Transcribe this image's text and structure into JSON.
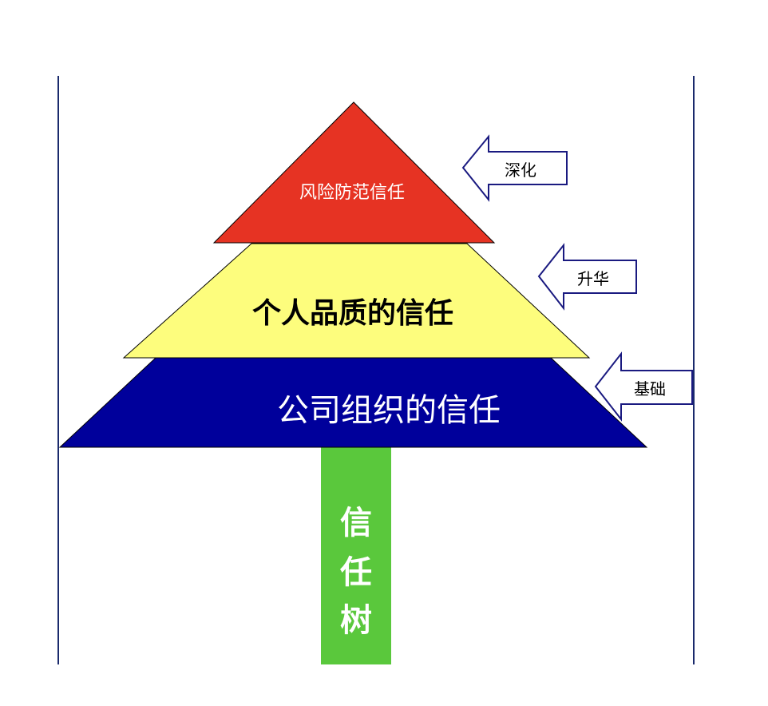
{
  "pyramid": {
    "top": {
      "label": "风险防范信任",
      "color": "#e63323",
      "text_color": "#ffffff"
    },
    "middle": {
      "label": "个人品质的信任",
      "color": "#fdfd7d",
      "text_color": "#000000"
    },
    "bottom": {
      "label": "公司组织的信任",
      "color": "#00009b",
      "text_color": "#ffffff"
    }
  },
  "trunk": {
    "chars": [
      "信",
      "任",
      "树"
    ],
    "color": "#5ac83c",
    "text_color": "#ffffff"
  },
  "arrows": [
    {
      "label": "深化",
      "target": "top"
    },
    {
      "label": "升华",
      "target": "middle"
    },
    {
      "label": "基础",
      "target": "bottom"
    }
  ],
  "colors": {
    "frame_line": "#1a2a6c",
    "arrow_stroke": "#1a1a80",
    "arrow_fill": "#ffffff"
  }
}
